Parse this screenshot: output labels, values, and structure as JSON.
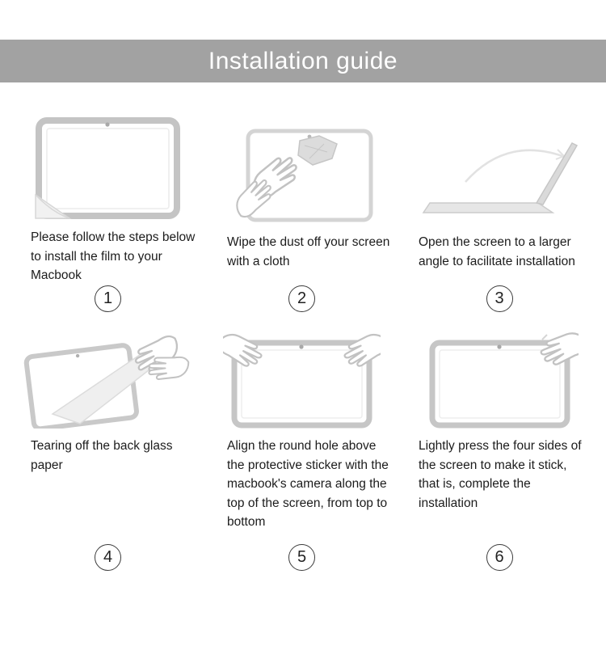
{
  "header": {
    "title": "Installation guide"
  },
  "steps": [
    {
      "number": "1",
      "caption": "Please follow the steps below to install the film to your Macbook"
    },
    {
      "number": "2",
      "caption": "Wipe the dust off your screen with a cloth"
    },
    {
      "number": "3",
      "caption": "Open the screen to a larger angle to facilitate installation"
    },
    {
      "number": "4",
      "caption": "Tearing off the back glass paper"
    },
    {
      "number": "5",
      "caption": "Align the round hole above the protective sticker with the macbook's camera along the top of the screen, from top to bottom"
    },
    {
      "number": "6",
      "caption": "Lightly press the four sides of the screen to make it stick, that is, complete the installation"
    }
  ]
}
